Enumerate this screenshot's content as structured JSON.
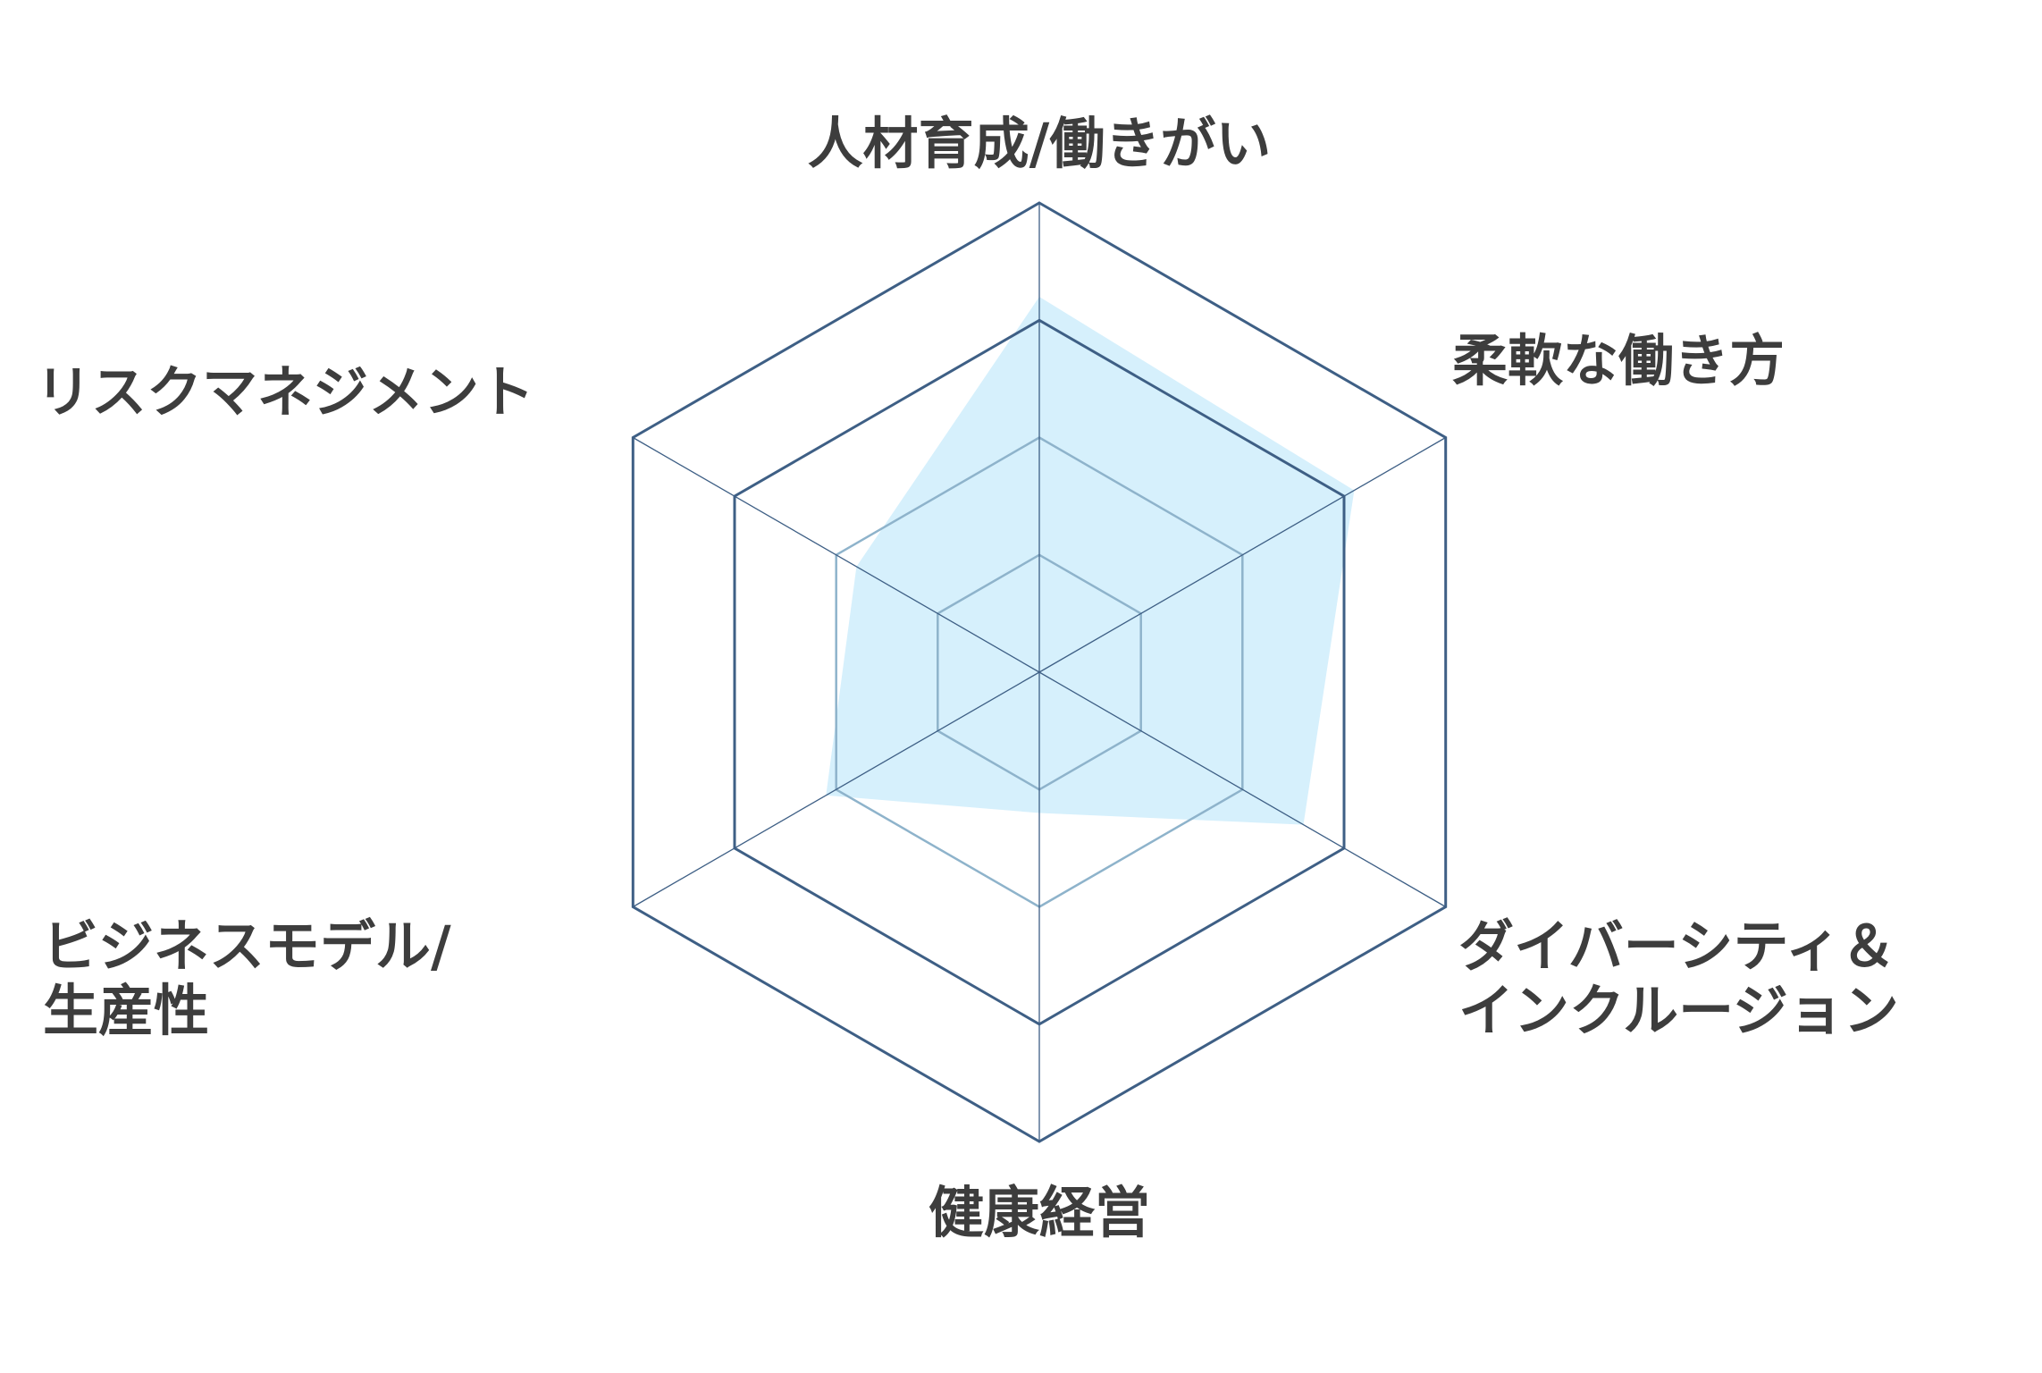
{
  "chart_data": {
    "type": "radar",
    "categories": [
      "人材育成/働きがい",
      "柔軟な働き方",
      "ダイバーシティ＆インクルージョン",
      "健康経営",
      "ビジネスモデル/生産性",
      "リスクマネジメント"
    ],
    "label_lines": [
      [
        "人材育成/働きがい"
      ],
      [
        "柔軟な働き方"
      ],
      [
        "ダイバーシティ＆",
        "インクルージョン"
      ],
      [
        "健康経営"
      ],
      [
        "ビジネスモデル/",
        "生産性"
      ],
      [
        "リスクマネジメント"
      ]
    ],
    "series": [
      {
        "values": [
          3.2,
          3.1,
          2.6,
          1.2,
          2.1,
          1.8
        ]
      }
    ],
    "rmax": 4,
    "rings": 4,
    "grid": true,
    "colors": {
      "fill": "#d6f0fc",
      "grid_outer": "#3e5f85",
      "grid_inner": "#8eb3cb",
      "label": "#3d3d3d"
    }
  }
}
